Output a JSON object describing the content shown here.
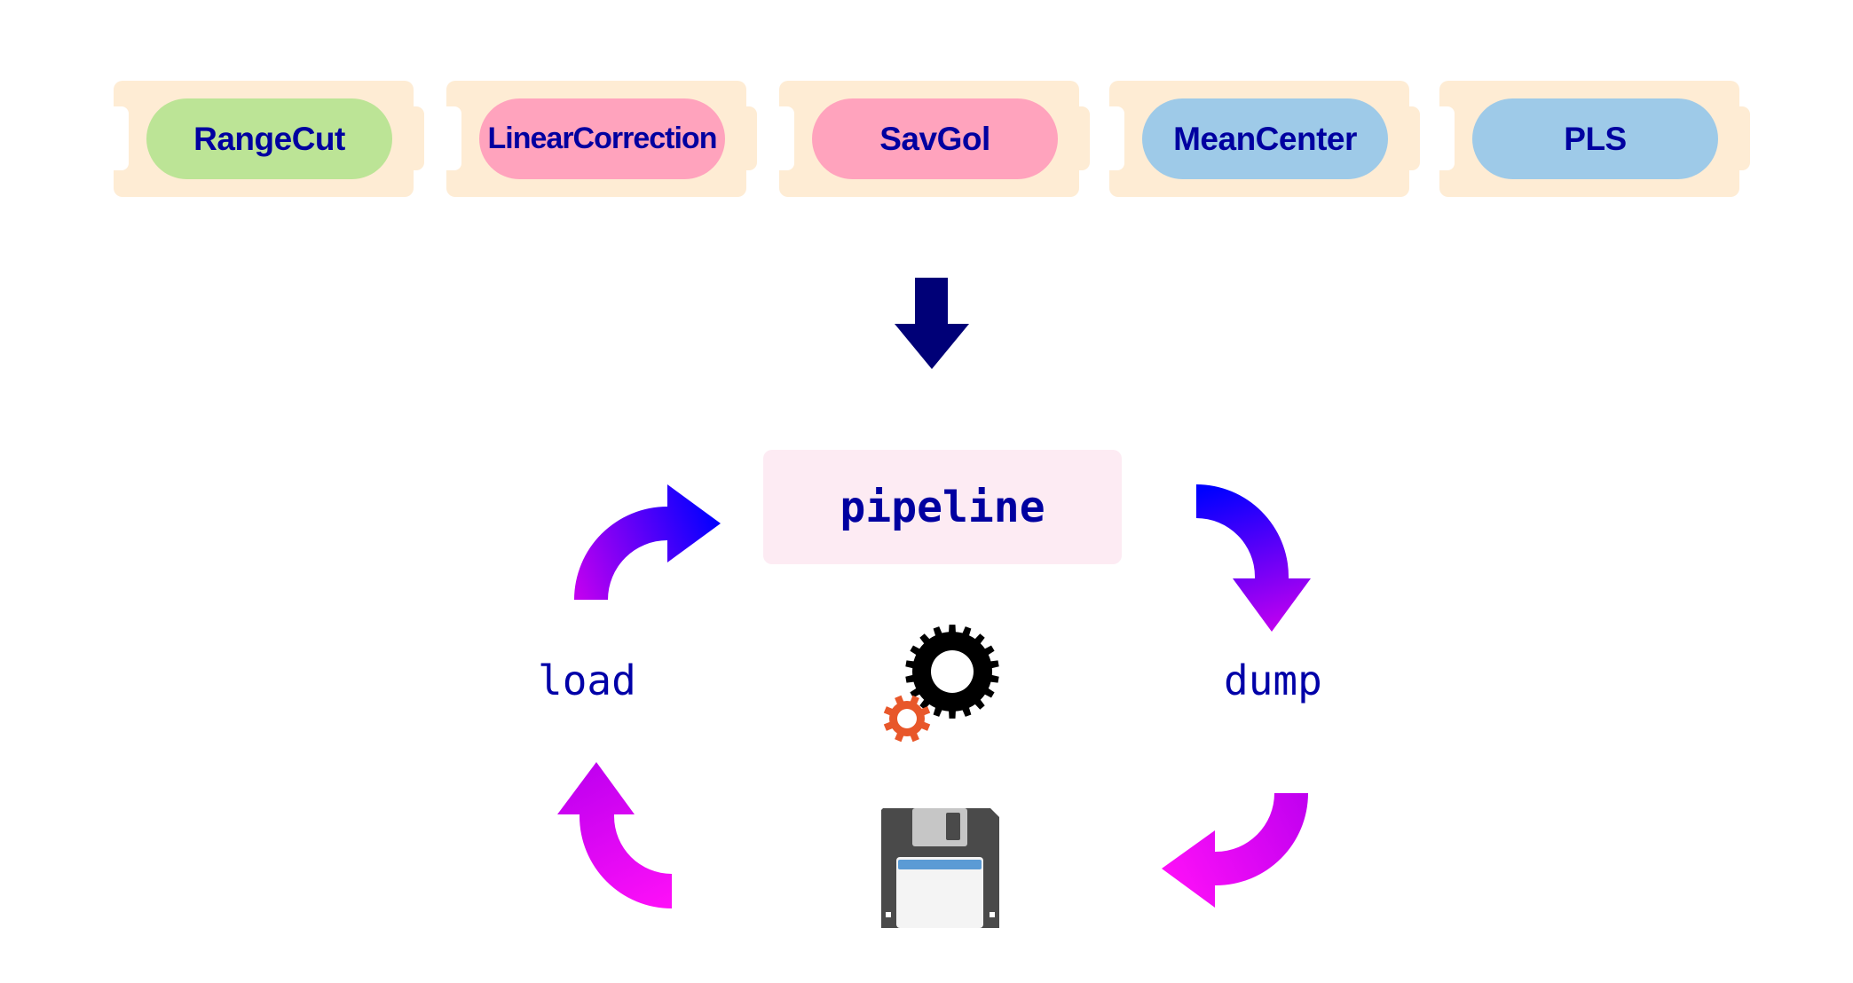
{
  "blocks": [
    {
      "label": "RangeCut",
      "color": "#bce496"
    },
    {
      "label": "LinearCorrection",
      "color": "#ffa3bd"
    },
    {
      "label": "SavGol",
      "color": "#ffa3bd"
    },
    {
      "label": "MeanCenter",
      "color": "#9ecae8"
    },
    {
      "label": "PLS",
      "color": "#9ecae8"
    }
  ],
  "block_background": "#feecd4",
  "arrow_color": "#000077",
  "pipeline": {
    "label": "pipeline",
    "background": "#fdebf3"
  },
  "cycle": {
    "load_label": "load",
    "dump_label": "dump",
    "gradient_colors": {
      "blue": "#0000ff",
      "purple": "#c000f0",
      "magenta": "#ff10f8"
    }
  },
  "icons": {
    "gears": "gears-icon",
    "gear_big_color": "#000000",
    "gear_small_color": "#e8572a",
    "floppy": "floppy-disk-icon"
  }
}
